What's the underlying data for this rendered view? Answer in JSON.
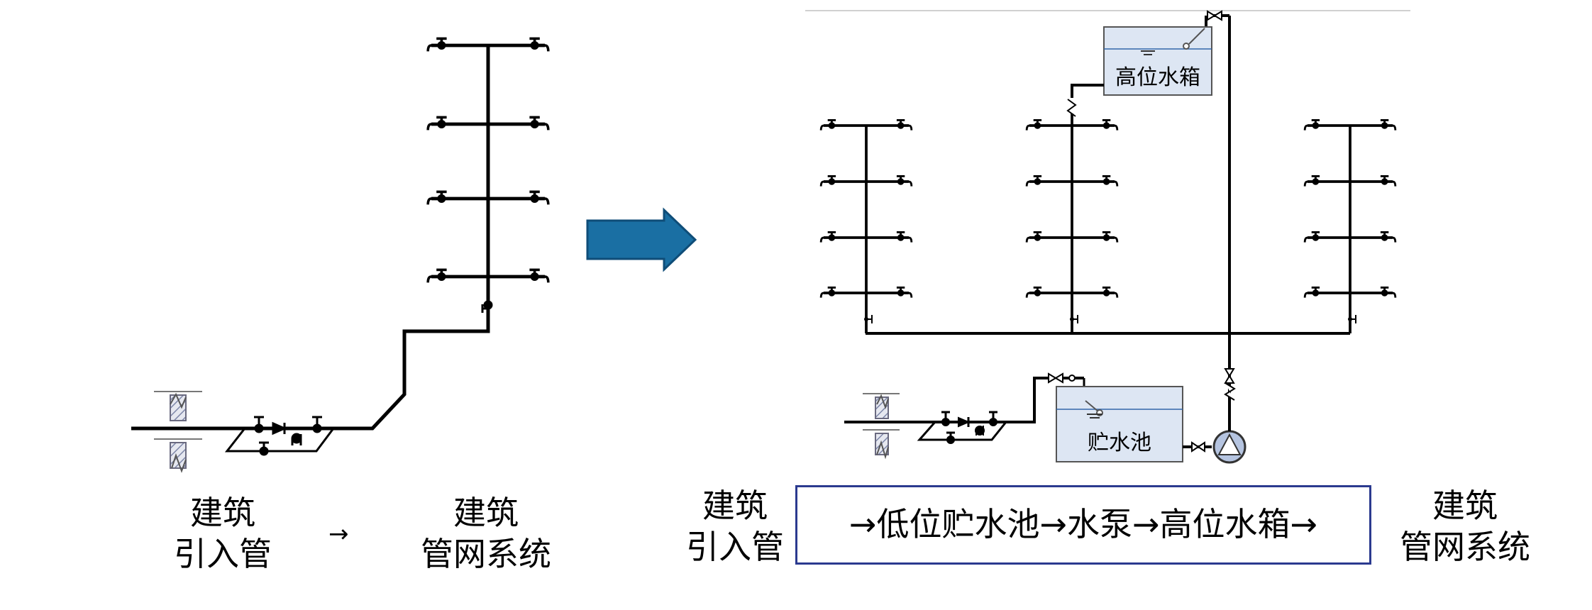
{
  "left_diagram": {
    "caption_from": [
      "建筑",
      "引入管"
    ],
    "arrow": "→",
    "caption_to": [
      "建筑",
      "管网系统"
    ]
  },
  "right_diagram": {
    "high_tank_label": "高位水箱",
    "low_tank_label": "贮水池",
    "caption_from": [
      "建筑",
      "引入管"
    ],
    "process": "→低位贮水池→水泵→高位水箱→",
    "caption_to": [
      "建筑",
      "管网系统"
    ]
  },
  "colors": {
    "transition_arrow": "#1a6fa3",
    "tank_fill": "#dde6f3",
    "pump_fill": "#b5c4e0",
    "process_box_border": "#2b3a8f",
    "hatch": "#7d86a8"
  }
}
